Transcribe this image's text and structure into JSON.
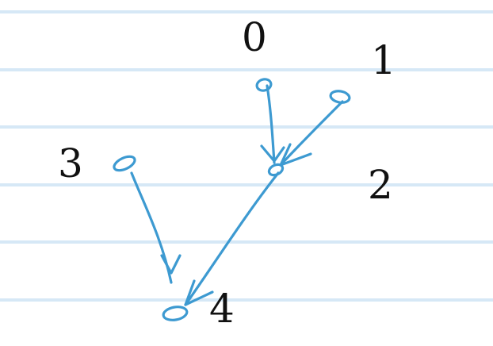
{
  "diagram": {
    "background_color": "#ffffff",
    "ruled_line_color": "#d6e8f6",
    "ink_color": "#3d9ad1",
    "label_color": "#111111",
    "nodes": [
      {
        "id": "0",
        "label": "0"
      },
      {
        "id": "1",
        "label": "1"
      },
      {
        "id": "2",
        "label": "2"
      },
      {
        "id": "3",
        "label": "3"
      },
      {
        "id": "4",
        "label": "4"
      }
    ],
    "edges": [
      {
        "from": "0",
        "to": "2"
      },
      {
        "from": "1",
        "to": "2"
      },
      {
        "from": "3",
        "to": "4"
      },
      {
        "from": "2",
        "to": "4"
      }
    ]
  }
}
